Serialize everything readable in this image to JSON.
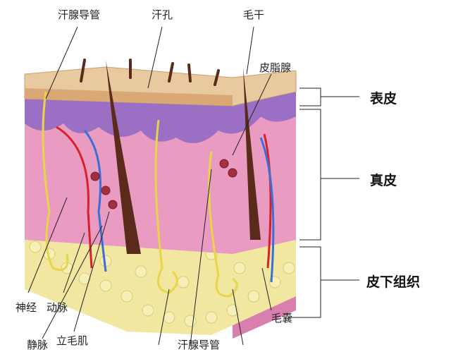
{
  "title_labels": {
    "sweat_gland_duct_top": "汗腺导管",
    "pore": "汗孔",
    "hair_shaft": "毛干",
    "sebaceous_gland": "皮脂腺",
    "nerve": "神经",
    "artery": "动脉",
    "vein": "静脉",
    "arrector_pili": "立毛肌",
    "sweat_gland_duct_bottom": "汗腺导管",
    "hair_follicle": "毛囊"
  },
  "layers": {
    "epidermis": "表皮",
    "dermis": "真皮",
    "subcutaneous": "皮下组织"
  },
  "colors": {
    "epidermis": "#e9c9a0",
    "dermis": "#e79ac0",
    "basal": "#9b6fc4",
    "fat": "#f3eaa8",
    "hair": "#5a2a1a",
    "artery": "#d8202a",
    "vein": "#3a6fd8",
    "nerve": "#f0e060"
  }
}
